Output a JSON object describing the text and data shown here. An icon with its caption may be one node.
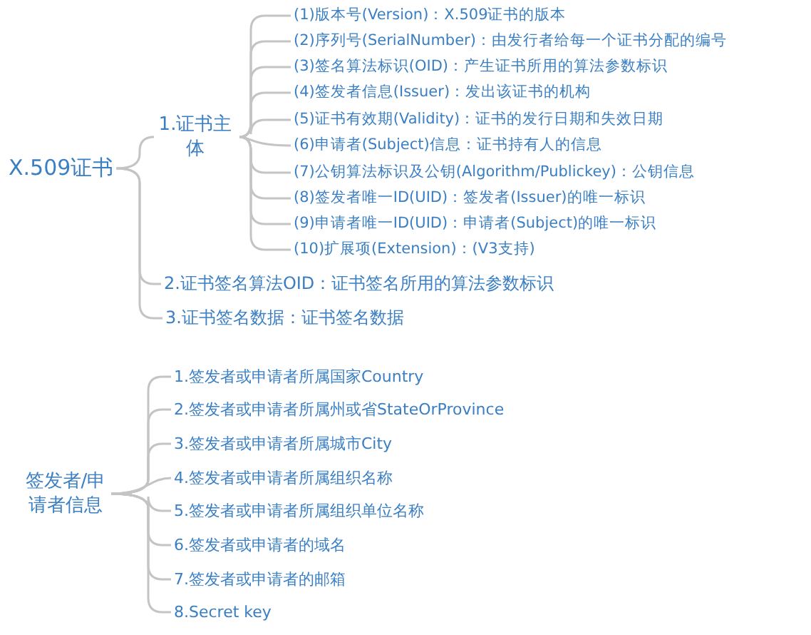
{
  "diagram": {
    "nodes": [
      {
        "text": [
          "X.509证书"
        ]
      },
      {
        "text": [
          "1.证书主体"
        ]
      },
      {
        "text": [
          "(1)版本号(Version)：X.509证书的版本"
        ]
      },
      {
        "text": [
          "(2)序列号(SerialNumber)：由发行者给每一个证书分配的编号"
        ]
      },
      {
        "text": [
          "(3)签名算法标识(OID)：产生证书所用的算法参数标识"
        ]
      },
      {
        "text": [
          "(4)签发者信息(Issuer)：发出该证书的机构"
        ]
      },
      {
        "text": [
          "(5)证书有效期(Validity)：证书的发行日期和失效日期"
        ]
      },
      {
        "text": [
          "(6)申请者(Subject)信息：证书持有人的信息"
        ]
      },
      {
        "text": [
          "(7)公钥算法标识及公钥(Algorithm/Publickey)：公钥信息"
        ]
      },
      {
        "text": [
          "(8)签发者唯一ID(UID)：签发者(Issuer)的唯一标识"
        ]
      },
      {
        "text": [
          "(9)申请者唯一ID(UID)：申请者(Subject)的唯一标识"
        ]
      },
      {
        "text": [
          "(10)扩展项(Extension)：(V3支持)"
        ]
      },
      {
        "text": [
          "2.证书签名算法OID：证书签名所用的算法参数标识"
        ]
      },
      {
        "text": [
          "3.证书签名数据：证书签名数据"
        ]
      },
      {
        "text": [
          "签发者/申请者信息"
        ]
      },
      {
        "text": [
          "1.签发者或申请者所属国家Country"
        ]
      },
      {
        "text": [
          "2.签发者或申请者所属州或省StateOrProvince"
        ]
      },
      {
        "text": [
          "3.签发者或申请者所属城市City"
        ]
      },
      {
        "text": [
          "4.签发者或申请者所属组织名称"
        ]
      },
      {
        "text": [
          "5.签发者或申请者所属组织单位名称"
        ]
      },
      {
        "text": [
          "6.签发者或申请者的域名"
        ]
      },
      {
        "text": [
          "7.签发者或申请者的邮箱"
        ]
      },
      {
        "text": [
          "8.Secret key"
        ]
      }
    ],
    "edges": [
      {
        "from": 0,
        "to": 1,
        "arrow": "none"
      },
      {
        "from": 1,
        "to": 2,
        "arrow": "none"
      },
      {
        "from": 1,
        "to": 3,
        "arrow": "none"
      },
      {
        "from": 1,
        "to": 4,
        "arrow": "none"
      },
      {
        "from": 1,
        "to": 5,
        "arrow": "none"
      },
      {
        "from": 1,
        "to": 6,
        "arrow": "none"
      },
      {
        "from": 1,
        "to": 7,
        "arrow": "none"
      },
      {
        "from": 1,
        "to": 8,
        "arrow": "none"
      },
      {
        "from": 1,
        "to": 9,
        "arrow": "none"
      },
      {
        "from": 1,
        "to": 10,
        "arrow": "none"
      },
      {
        "from": 1,
        "to": 11,
        "arrow": "none"
      },
      {
        "from": 0,
        "to": 12,
        "arrow": "none"
      },
      {
        "from": 0,
        "to": 13,
        "arrow": "none"
      },
      {
        "from": 14,
        "to": 15,
        "arrow": "none"
      },
      {
        "from": 14,
        "to": 16,
        "arrow": "none"
      },
      {
        "from": 14,
        "to": 17,
        "arrow": "none"
      },
      {
        "from": 14,
        "to": 18,
        "arrow": "none"
      },
      {
        "from": 14,
        "to": 19,
        "arrow": "none"
      },
      {
        "from": 14,
        "to": 20,
        "arrow": "none"
      },
      {
        "from": 14,
        "to": 21,
        "arrow": "none"
      },
      {
        "from": 14,
        "to": 22,
        "arrow": "none"
      }
    ]
  }
}
